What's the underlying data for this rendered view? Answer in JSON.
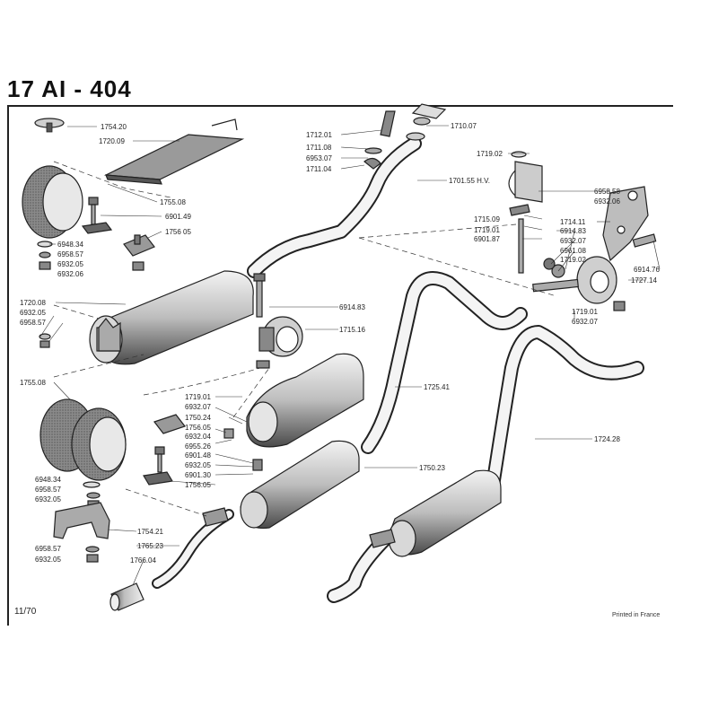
{
  "header": {
    "title": "17 AI - 404"
  },
  "footer": {
    "code": "11/70",
    "printed": "Printed in France"
  },
  "labels": {
    "l1754_20": "1754.20",
    "l1720_09": "1720.09",
    "l1755_08a": "1755.08",
    "l6901_49": "6901.49",
    "l1756_05a": "1756 05",
    "l6948_34a": "6948.34",
    "l6958_57a": "6958.57",
    "l6932_05a": "6932.05",
    "l6932_06a": "6932.06",
    "l1720_08": "1720.08",
    "l6932_05b": "6932.05",
    "l6958_57b": "6958.57",
    "l1755_08b": "1755.08",
    "l6948_34b": "6948.34",
    "l6958_57c": "6958.57",
    "l6932_05c": "6932.05",
    "l6958_57d": "6958.57",
    "l6932_05d": "6932.05",
    "l1712_01": "1712.01",
    "l1711_08": "1711.08",
    "l6953_07": "6953.07",
    "l1711_04": "1711.04",
    "l1710_07": "1710.07",
    "l1719_02a": "1719.02",
    "l1701_55": "1701.55 H.V.",
    "l6958_58": "6958.58",
    "l6932_06b": "6932.06",
    "l1715_09": "1715.09",
    "l1719_01a": "1719.01",
    "l6901_87": "6901.87",
    "l1714_11": "1714.11",
    "l6914_83a": "6914.83",
    "l6932_07a": "6932.07",
    "l6961_08": "6961.08",
    "l1719_02b": "1719.02",
    "l6914_76": "6914.76",
    "l1727_14": "1727.14",
    "l1719_01b": "1719.01",
    "l6932_07b": "6932.07",
    "l6914_83b": "6914.83",
    "l1715_16": "1715.16",
    "l1725_41": "1725.41",
    "l1724_28": "1724.28",
    "l1719_01c": "1719.01",
    "l6932_07c": "6932.07",
    "l1750_24": "1750.24",
    "l1756_05b": "1756.05",
    "l6932_04": "6932.04",
    "l6955_26": "6955.26",
    "l6901_48": "6901.48",
    "l6932_05e": "6932.05",
    "l6901_30": "6901.30",
    "l1756_05c": "1756.05",
    "l1750_23": "1750.23",
    "l1754_21": "1754.21",
    "l1765_23": "1765.23",
    "l1766_04": "1766.04"
  }
}
